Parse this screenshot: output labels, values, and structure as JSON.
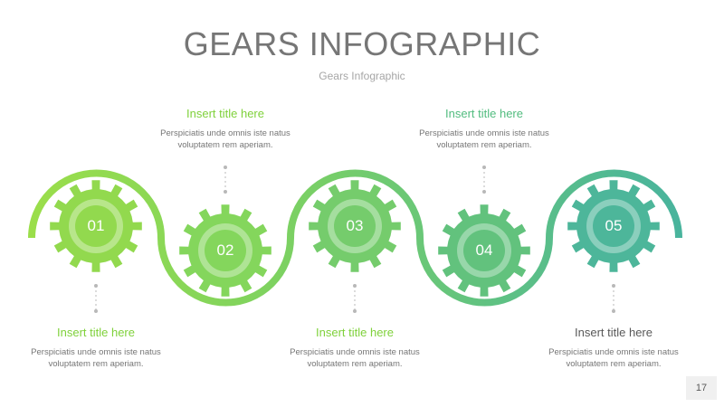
{
  "header": {
    "title": "GEARS INFOGRAPHIC",
    "subtitle": "Gears Infographic"
  },
  "steps": [
    {
      "number": "01",
      "color": "#92d94e",
      "title": "Insert title here",
      "title_color": "#7fd13b",
      "text": "Perspiciatis unde omnis iste natus voluptatem rem aperiam."
    },
    {
      "number": "02",
      "color": "#84d65c",
      "title": "Insert title here",
      "title_color": "#7fd13b",
      "text": "Perspiciatis unde omnis iste natus voluptatem rem aperiam."
    },
    {
      "number": "03",
      "color": "#75cc6c",
      "title": "Insert title here",
      "title_color": "#7fd13b",
      "text": "Perspiciatis unde omnis iste natus voluptatem rem aperiam."
    },
    {
      "number": "04",
      "color": "#62c27d",
      "title": "Insert title here",
      "title_color": "#52bc7f",
      "text": "Perspiciatis unde omnis iste natus voluptatem rem aperiam."
    },
    {
      "number": "05",
      "color": "#4db69a",
      "title": "Insert title here",
      "title_color": "#595959",
      "text": "Perspiciatis unde omnis iste natus voluptatem rem aperiam."
    }
  ],
  "page_number": "17"
}
